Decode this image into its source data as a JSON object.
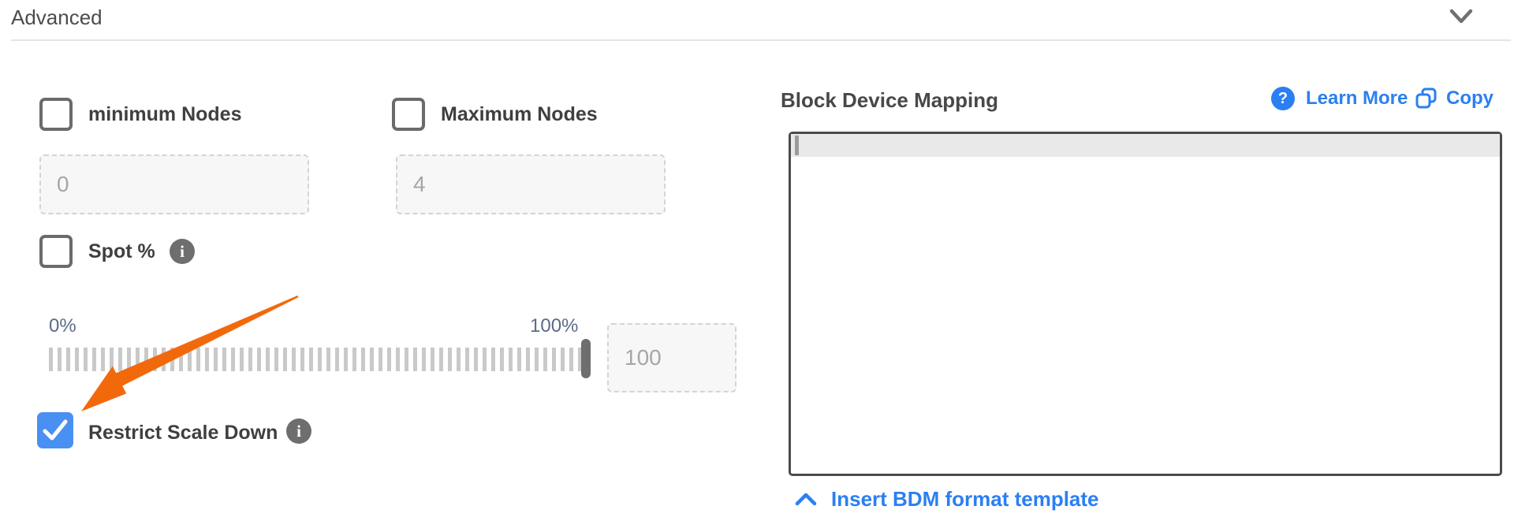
{
  "header": {
    "title": "Advanced",
    "collapsed": false
  },
  "left_panel": {
    "min_nodes": {
      "label": "minimum Nodes",
      "checked": false,
      "value": "0"
    },
    "max_nodes": {
      "label": "Maximum Nodes",
      "checked": false,
      "value": "4"
    },
    "spot": {
      "label": "Spot %",
      "checked": false
    },
    "slider": {
      "min_label": "0%",
      "max_label": "100%",
      "value": "100",
      "position_percent": 100
    },
    "restrict_scale_down": {
      "label": "Restrict Scale Down",
      "checked": true
    }
  },
  "right_panel": {
    "title": "Block Device Mapping",
    "learn_more_label": "Learn More",
    "copy_label": "Copy",
    "editor": {
      "value": "",
      "cursor_visible": true,
      "active_line_highlighted": true
    },
    "insert_template_label": "Insert BDM format template"
  },
  "icons": {
    "info_glyph": "i",
    "question_glyph": "?",
    "chevron_down": "header collapse chevron",
    "chevron_up": "insert template chevron",
    "copy": "copy/clone outline",
    "checkmark": "white check in blue box",
    "annotation_arrow": "orange arrow pointing to Restrict Scale Down checkbox"
  },
  "colors": {
    "link_blue": "#2b7ff2",
    "checkbox_checked_blue": "#4a90f2",
    "arrow_orange": "#f2690c",
    "slider_label_slate": "#5b6b88",
    "label_gray": "#3f3f3f",
    "editor_border": "#4b4b4b",
    "active_line_bg": "#e9e9e9"
  }
}
